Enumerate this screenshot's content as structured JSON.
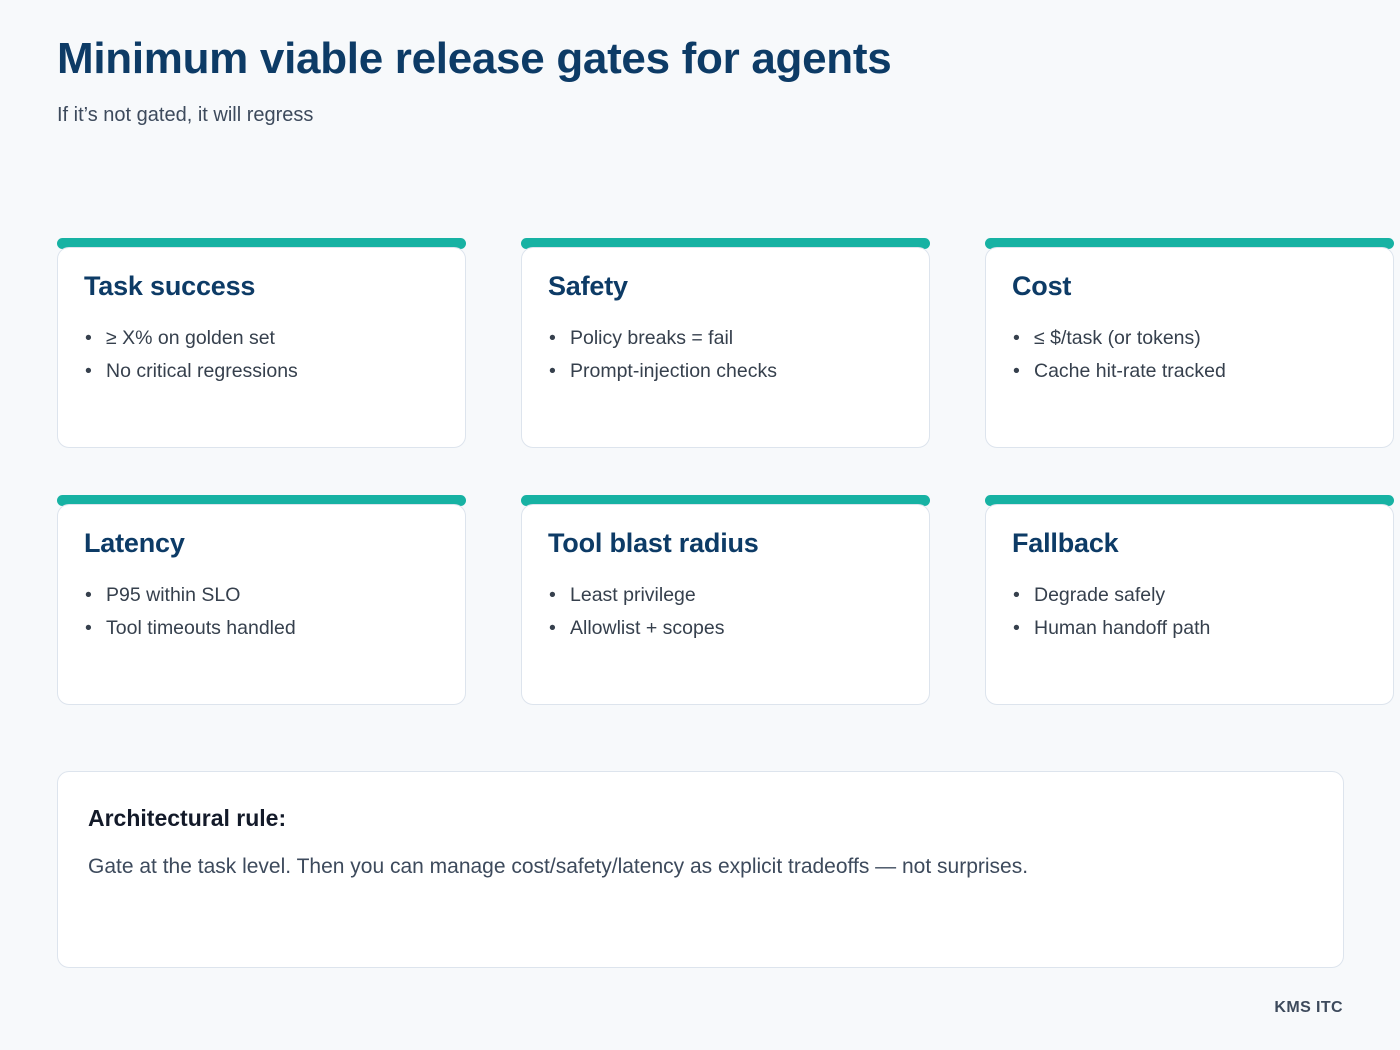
{
  "header": {
    "title": "Minimum viable release gates for agents",
    "subtitle": "If it’s not gated, it will regress"
  },
  "theme": {
    "background": "#f7f9fb",
    "accent": "#17b2a3",
    "title_color": "#0d3b66",
    "body_color": "#36404d",
    "card_background": "#ffffff",
    "card_border": "#dde4ed"
  },
  "cards": [
    {
      "title": "Task success",
      "bullets": [
        "≥ X% on golden set",
        "No critical regressions"
      ]
    },
    {
      "title": "Safety",
      "bullets": [
        "Policy breaks = fail",
        "Prompt-injection checks"
      ]
    },
    {
      "title": "Cost",
      "bullets": [
        "≤ $/task (or tokens)",
        "Cache hit-rate tracked"
      ]
    },
    {
      "title": "Latency",
      "bullets": [
        "P95 within SLO",
        "Tool timeouts handled"
      ]
    },
    {
      "title": "Tool blast radius",
      "bullets": [
        "Least privilege",
        "Allowlist + scopes"
      ]
    },
    {
      "title": "Fallback",
      "bullets": [
        "Degrade safely",
        "Human handoff path"
      ]
    }
  ],
  "bullet_glyph": "•",
  "callout": {
    "heading": "Architectural rule:",
    "text": "Gate at the task level. Then you can manage cost/safety/latency as explicit tradeoffs — not surprises."
  },
  "footer": {
    "brand": "KMS ITC"
  }
}
